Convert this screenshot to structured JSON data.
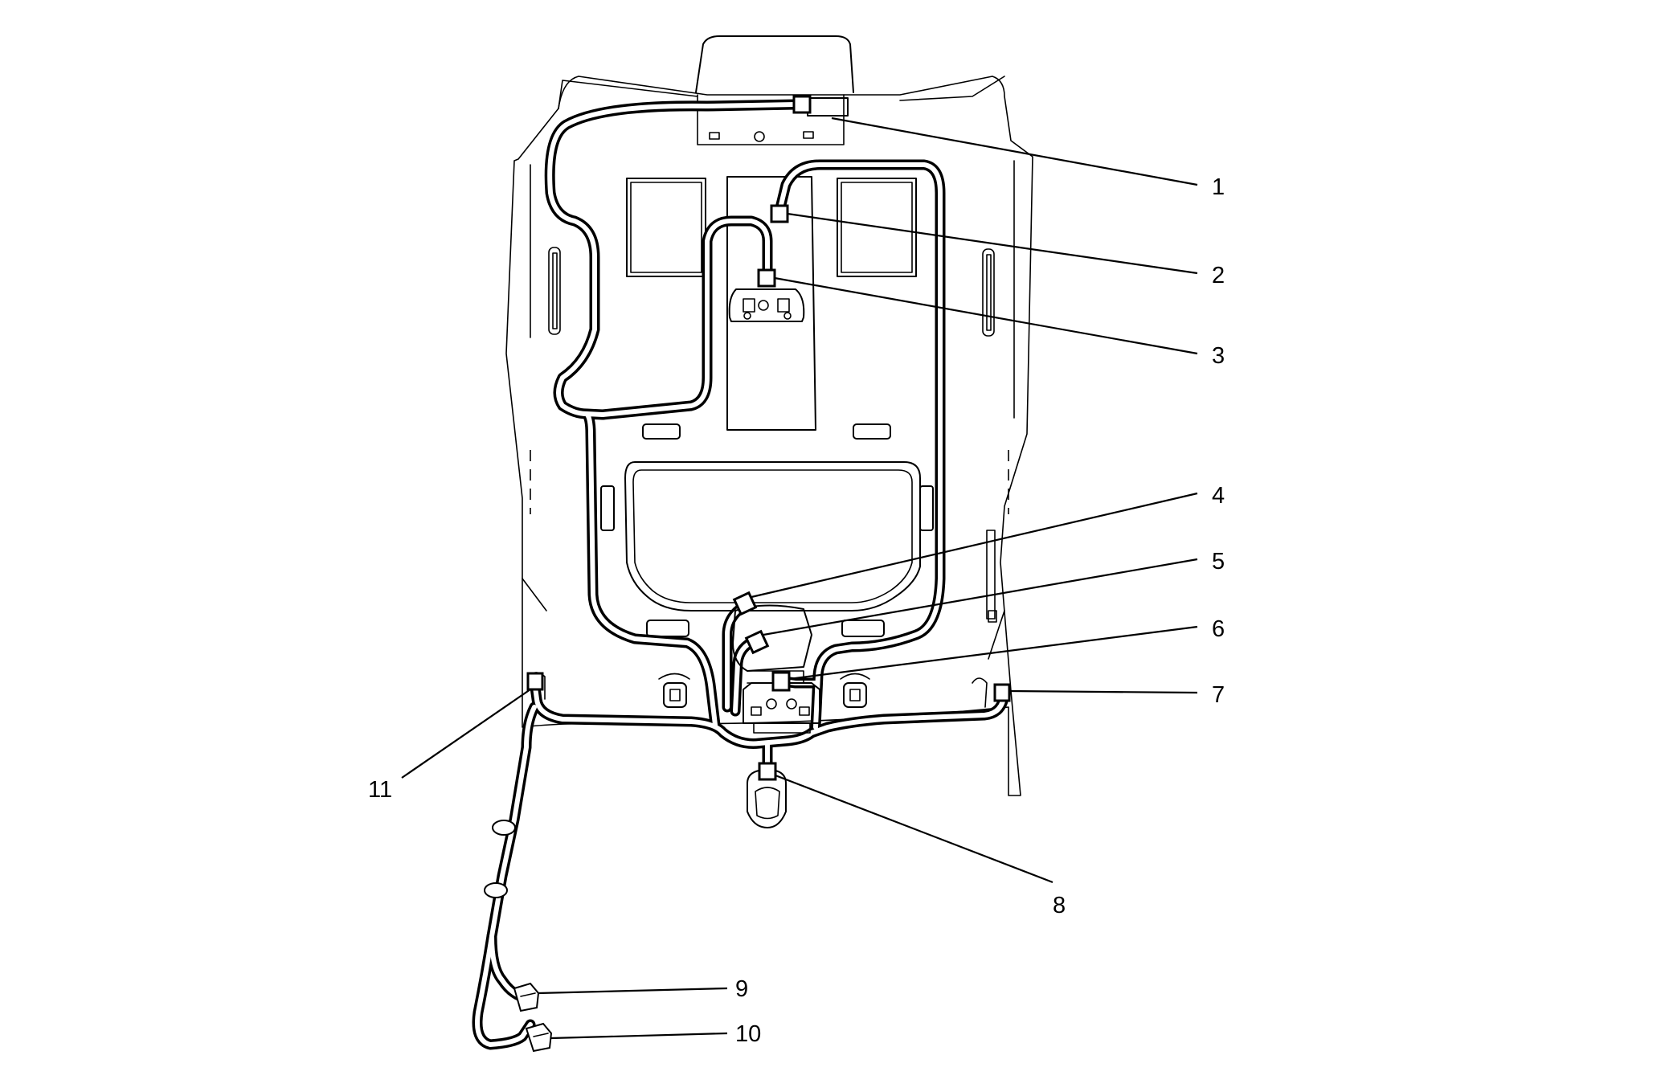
{
  "diagram": {
    "type": "component-locator",
    "callouts": [
      {
        "id": 1,
        "label": "1"
      },
      {
        "id": 2,
        "label": "2"
      },
      {
        "id": 3,
        "label": "3"
      },
      {
        "id": 4,
        "label": "4"
      },
      {
        "id": 5,
        "label": "5"
      },
      {
        "id": 6,
        "label": "6"
      },
      {
        "id": 7,
        "label": "7"
      },
      {
        "id": 8,
        "label": "8"
      },
      {
        "id": 9,
        "label": "9"
      },
      {
        "id": 10,
        "label": "10"
      },
      {
        "id": 11,
        "label": "11"
      }
    ]
  }
}
